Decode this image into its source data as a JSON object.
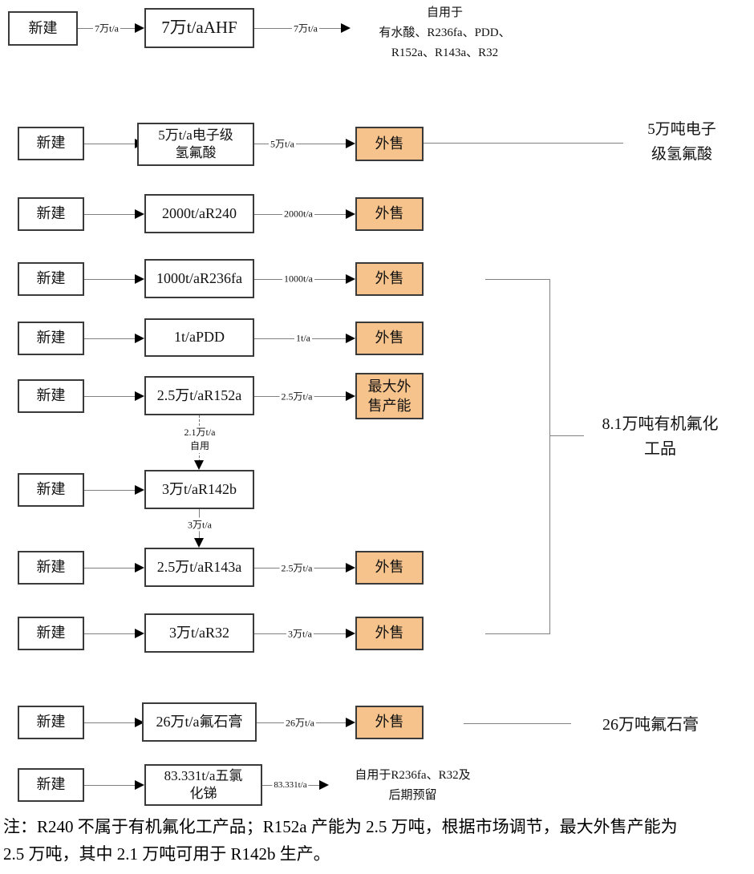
{
  "colors": {
    "orange": "#F6C38C",
    "box_border": "#3a3a3a",
    "connector_line": "#808080",
    "text": "#111111"
  },
  "rows": [
    {
      "source": "新建",
      "product": "7万t/aAHF",
      "in_label": "7万t/a",
      "out_label": "7万t/a",
      "dest_text": "自用于\n有水酸、R236fa、PDD、\nR152a、R143a、R32"
    },
    {
      "source": "新建",
      "product": "5万t/a电子级\n氢氟酸",
      "out_label": "5万t/a",
      "dest": "外售",
      "annotation": "5万吨电子\n级氢氟酸"
    },
    {
      "source": "新建",
      "product": "2000t/aR240",
      "out_label": "2000t/a",
      "dest": "外售"
    },
    {
      "source": "新建",
      "product": "1000t/aR236fa",
      "out_label": "1000t/a",
      "dest": "外售"
    },
    {
      "source": "新建",
      "product": "1t/aPDD",
      "out_label": "1t/a",
      "dest": "外售"
    },
    {
      "source": "新建",
      "product": "2.5万t/aR152a",
      "out_label": "2.5万t/a",
      "dest": "最大外\n售产能",
      "transfer_label": "2.1万t/a\n自用"
    },
    {
      "source": "新建",
      "product": "3万t/aR142b",
      "transfer_label": "3万t/a"
    },
    {
      "source": "新建",
      "product": "2.5万t/aR143a",
      "out_label": "2.5万t/a",
      "dest": "外售"
    },
    {
      "source": "新建",
      "product": "3万t/aR32",
      "out_label": "3万t/a",
      "dest": "外售"
    },
    {
      "source": "新建",
      "product": "26万t/a氟石膏",
      "out_label": "26万t/a",
      "dest": "外售",
      "annotation": "26万吨氟石膏"
    },
    {
      "source": "新建",
      "product": "83.331t/a五氯\n化锑",
      "out_label": "83.331t/a",
      "dest_text": "自用于R236fa、R32及\n后期预留"
    }
  ],
  "bracket": {
    "label": "8.1万吨有机氟化\n工品"
  },
  "note": "注：R240 不属于有机氟化工产品；R152a 产能为 2.5 万吨，根据市场调节，最大外售产能为\n2.5 万吨，其中 2.1 万吨可用于 R142b 生产。"
}
